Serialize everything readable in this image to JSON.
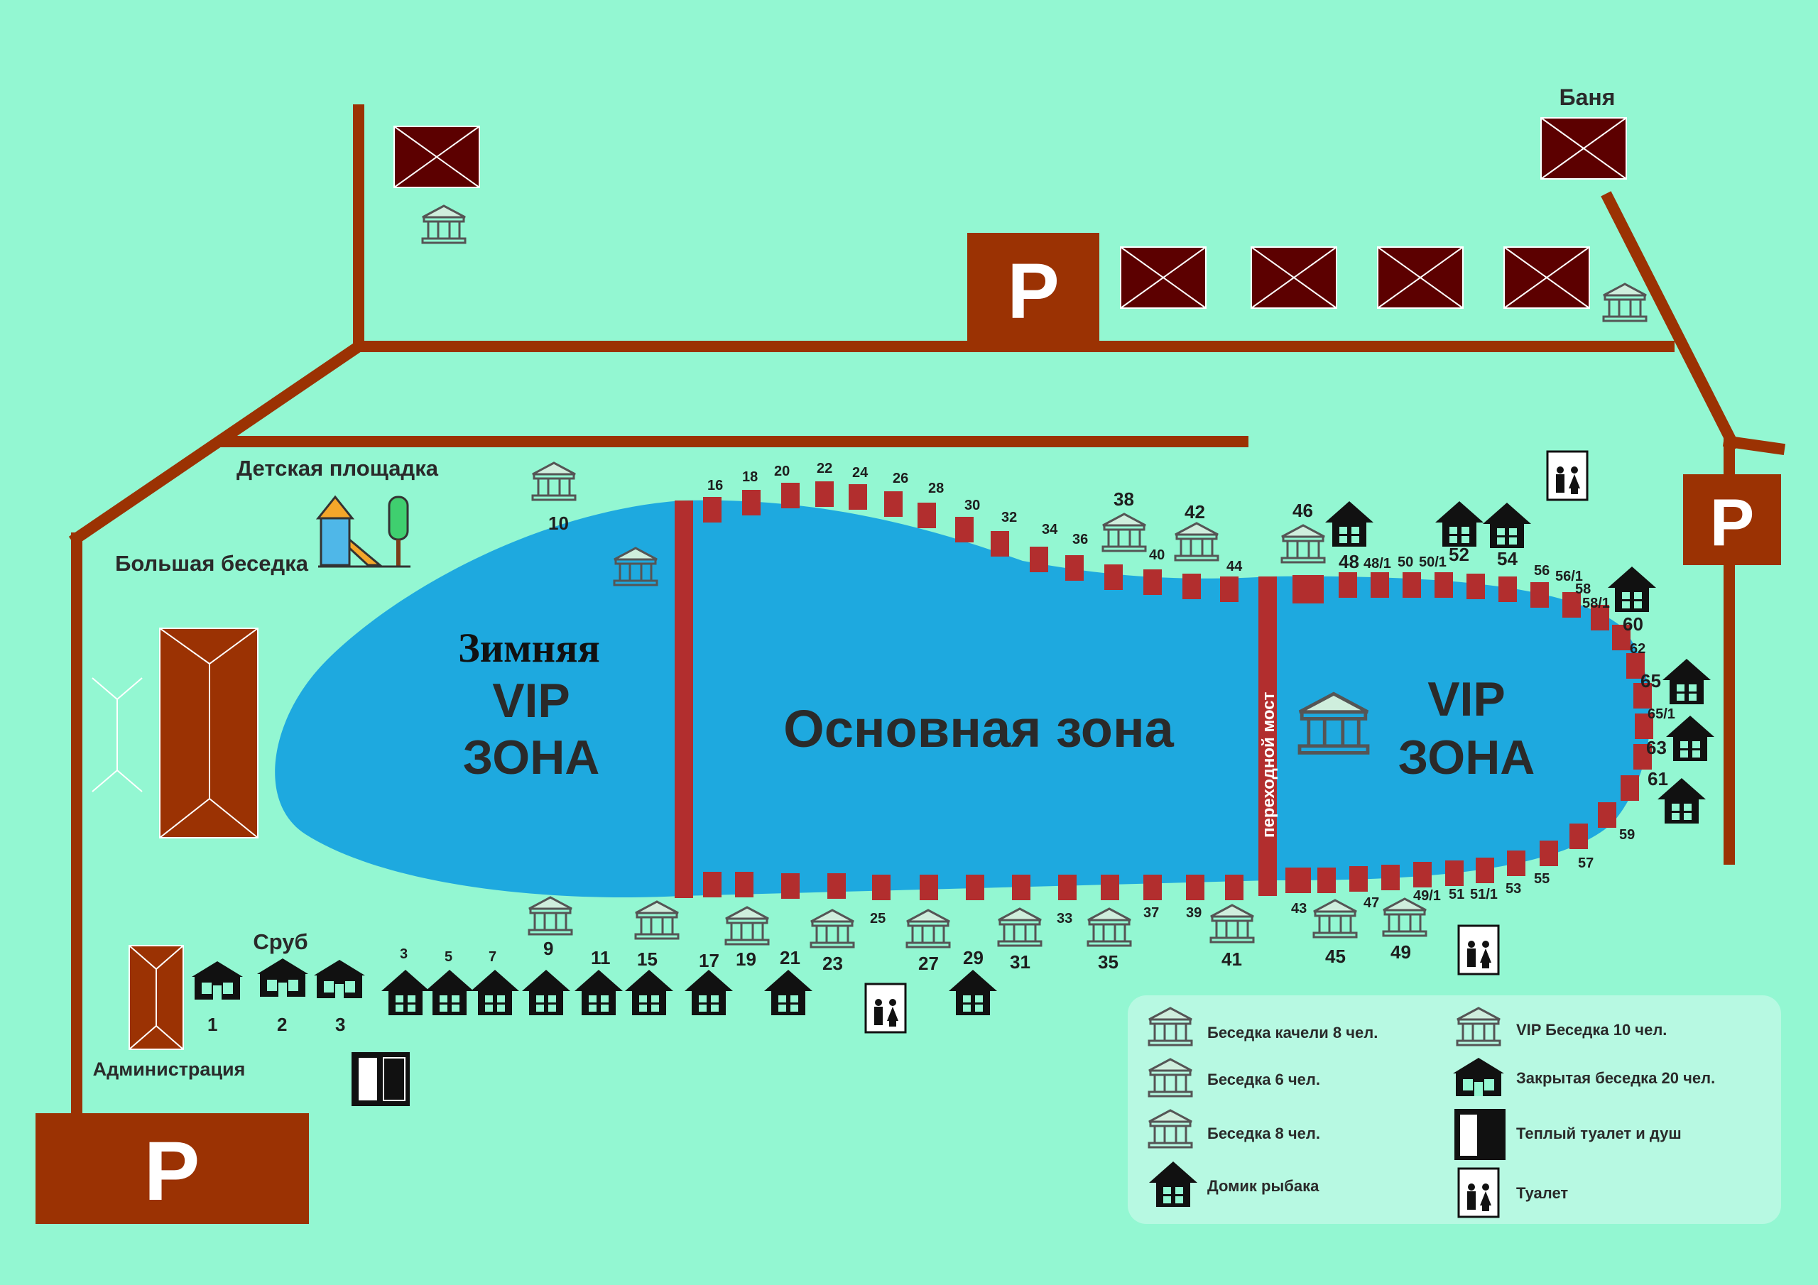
{
  "colors": {
    "background": "#93f7d2",
    "road": "#9b3203",
    "building": "#5c0000",
    "lake": "#1ea9df",
    "dock": "#b22e2e",
    "legend_bg": "#b7f9e2",
    "text": "#2a2a2a"
  },
  "parking_label": "P",
  "labels": {
    "banya": "Баня",
    "playground": "Детская площадка",
    "big_gazebo": "Большая беседка",
    "srub": "Сруб",
    "admin": "Администрация",
    "bridge": "переходной мост"
  },
  "zones": {
    "winter_vip_1": "Зимняя",
    "winter_vip_2": "VIP",
    "winter_vip_3": "ЗОНА",
    "main": "Основная зона",
    "vip_1": "VIP",
    "vip_2": "ЗОНА"
  },
  "spot_numbers": {
    "srub": [
      "1",
      "2",
      "3"
    ],
    "bottom_huts": [
      "3",
      "5",
      "7",
      "11",
      "15",
      "17",
      "21",
      "29"
    ],
    "bottom_gazebos": [
      "9",
      "15",
      "19",
      "21",
      "23",
      "25",
      "27",
      "29",
      "31",
      "33",
      "35",
      "37",
      "39",
      "41",
      "43",
      "45",
      "47",
      "49",
      "49/1",
      "51",
      "51/1",
      "53",
      "55",
      "57",
      "59"
    ],
    "top_docks": [
      "16",
      "18",
      "20",
      "22",
      "24",
      "26",
      "28",
      "30",
      "32",
      "34",
      "36",
      "38",
      "40",
      "42",
      "44",
      "46",
      "48",
      "48/1",
      "50",
      "50/1",
      "52",
      "54",
      "56",
      "56/1",
      "58",
      "58/1",
      "60",
      "62",
      "65",
      "65/1",
      "63",
      "61"
    ],
    "misc": [
      "10"
    ]
  },
  "legend": {
    "swing_gazebo": "Беседка качели 8 чел.",
    "gazebo6": "Беседка 6 чел.",
    "gazebo8": "Беседка 8 чел.",
    "fisher_hut": "Домик рыбака",
    "vip_gazebo": "VIP Беседка 10 чел.",
    "closed_gazebo": "Закрытая беседка 20 чел.",
    "warm_wc": "Теплый туалет и душ",
    "wc": "Туалет"
  },
  "wc_label": "WC"
}
